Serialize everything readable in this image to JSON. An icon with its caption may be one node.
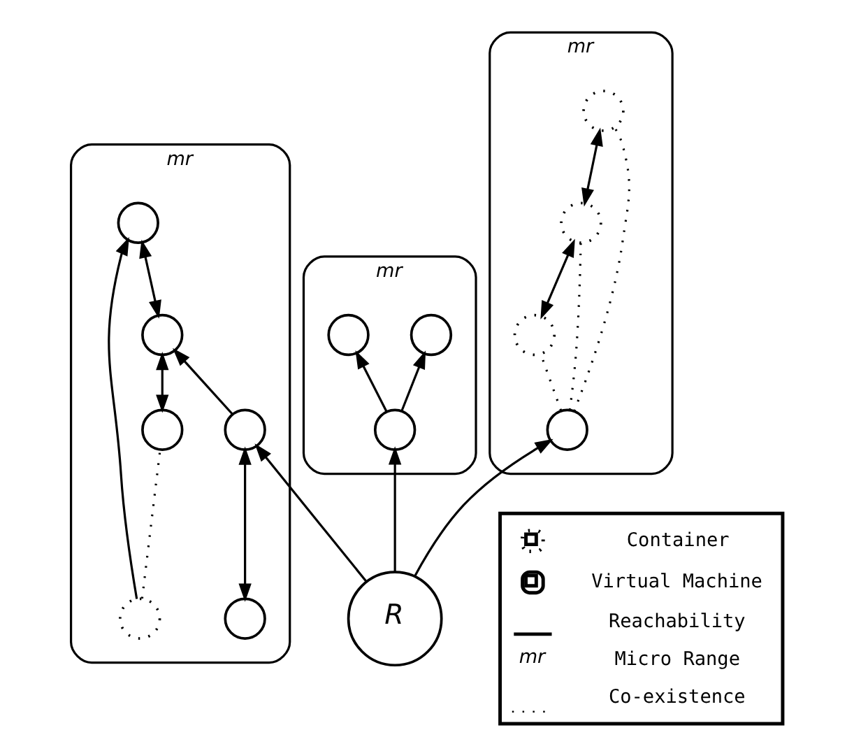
{
  "diagram": {
    "nodes": [
      {
        "text": [
          "mr"
        ]
      },
      {
        "text": [],
        "shape": "circle",
        "in": 0
      },
      {
        "text": [],
        "shape": "circle",
        "in": 0
      },
      {
        "text": [],
        "shape": "circle",
        "in": 0
      },
      {
        "text": [],
        "shape": "circle",
        "in": 0
      },
      {
        "text": [],
        "shape": "circle",
        "in": 0
      },
      {
        "text": [],
        "shape": "circle",
        "in": 0
      },
      {
        "text": [
          "mr"
        ]
      },
      {
        "text": [],
        "shape": "circle",
        "in": 7
      },
      {
        "text": [],
        "shape": "circle",
        "in": 7
      },
      {
        "text": [],
        "shape": "circle",
        "in": 7
      },
      {
        "text": [
          "mr"
        ]
      },
      {
        "text": [],
        "shape": "circle",
        "in": 11
      },
      {
        "text": [],
        "shape": "circle",
        "in": 11
      },
      {
        "text": [],
        "shape": "circle",
        "in": 11
      },
      {
        "text": [],
        "shape": "circle",
        "in": 11
      },
      {
        "text": [
          "R"
        ]
      }
    ],
    "edges": [
      {
        "from": 1,
        "to": 3,
        "arrow": "none",
        "style": "dashed"
      },
      {
        "from": 1,
        "to": 2,
        "arrow": "to"
      },
      {
        "from": 3,
        "to": 4,
        "arrow": "both"
      },
      {
        "from": 4,
        "to": 2,
        "arrow": "both"
      },
      {
        "from": 5,
        "to": 6,
        "arrow": "both"
      },
      {
        "from": 6,
        "to": 4,
        "arrow": "to"
      },
      {
        "from": 10,
        "to": 8,
        "arrow": "to"
      },
      {
        "from": 10,
        "to": 9,
        "arrow": "to"
      },
      {
        "from": 13,
        "to": 12,
        "arrow": "none",
        "style": "dashed"
      },
      {
        "from": 13,
        "to": 14,
        "arrow": "none",
        "style": "dashed"
      },
      {
        "from": 13,
        "to": 15,
        "arrow": "none",
        "style": "dashed"
      },
      {
        "from": 12,
        "to": 14,
        "arrow": "both"
      },
      {
        "from": 14,
        "to": 15,
        "arrow": "both"
      },
      {
        "from": 16,
        "to": 10,
        "arrow": "to"
      },
      {
        "from": 16,
        "to": 6,
        "arrow": "to"
      },
      {
        "from": 16,
        "to": 13,
        "arrow": "to"
      }
    ],
    "labels": [
      "mr"
    ],
    "legend": [
      {
        "text": "Container"
      },
      {
        "text": "Virtual Machine"
      },
      {
        "text": "Reachability"
      },
      {
        "text": "Micro Range"
      },
      {
        "text": "Co-existence"
      }
    ]
  }
}
